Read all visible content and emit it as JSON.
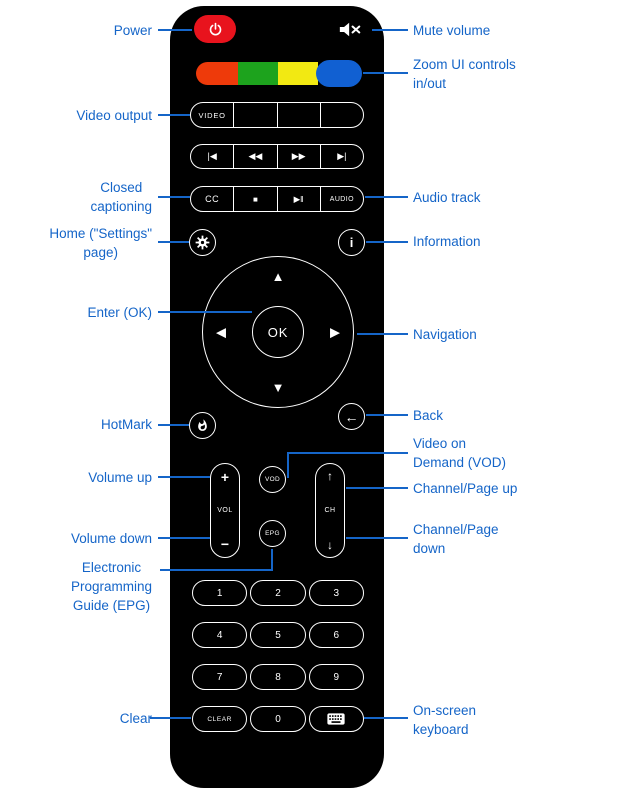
{
  "colors": {
    "label_blue": "#1565c8",
    "power_red": "#e8131d",
    "zoom_red": "#ee3a0a",
    "zoom_green": "#1da31d",
    "zoom_yellow": "#f2e912",
    "zoom_blue": "#1160d2",
    "remote_black": "#000000",
    "button_white": "#ffffff"
  },
  "annotations": {
    "left": [
      "Power",
      "Video output",
      [
        "Closed",
        "captioning"
      ],
      [
        "Home (\"Settings\"",
        "page)"
      ],
      "Enter (OK)",
      "HotMark",
      "Volume up",
      "Volume down",
      [
        "Electronic",
        "Programming",
        "Guide (EPG)"
      ],
      "Clear"
    ],
    "right": [
      "Mute volume",
      [
        "Zoom UI controls",
        "in/out"
      ],
      "Audio track",
      "Information",
      "Navigation",
      "Back",
      [
        "Video on",
        "Demand (VOD)"
      ],
      "Channel/Page up",
      [
        "Channel/Page",
        "down"
      ],
      [
        "On-screen",
        "keyboard"
      ]
    ]
  },
  "remote": {
    "video_row": [
      "VIDEO",
      "",
      "",
      ""
    ],
    "transport_row": [
      "|◀",
      "◀◀",
      "▶▶",
      "▶|"
    ],
    "cc_row": [
      "CC",
      "■",
      "▶‖",
      "AUDIO"
    ],
    "info_glyph": "i",
    "nav": {
      "up": "▲",
      "right": "▶",
      "down": "▼",
      "left": "◀",
      "ok": "OK"
    },
    "back_glyph": "←",
    "vol": {
      "plus": "+",
      "label": "VOL",
      "minus": "−"
    },
    "ch": {
      "up": "↑",
      "label": "CH",
      "down": "↓"
    },
    "vod_label": "VOD",
    "epg_label": "EPG",
    "digits": [
      "1",
      "2",
      "3",
      "4",
      "5",
      "6",
      "7",
      "8",
      "9"
    ],
    "clear_label": "CLEAR",
    "zero_label": "0"
  }
}
